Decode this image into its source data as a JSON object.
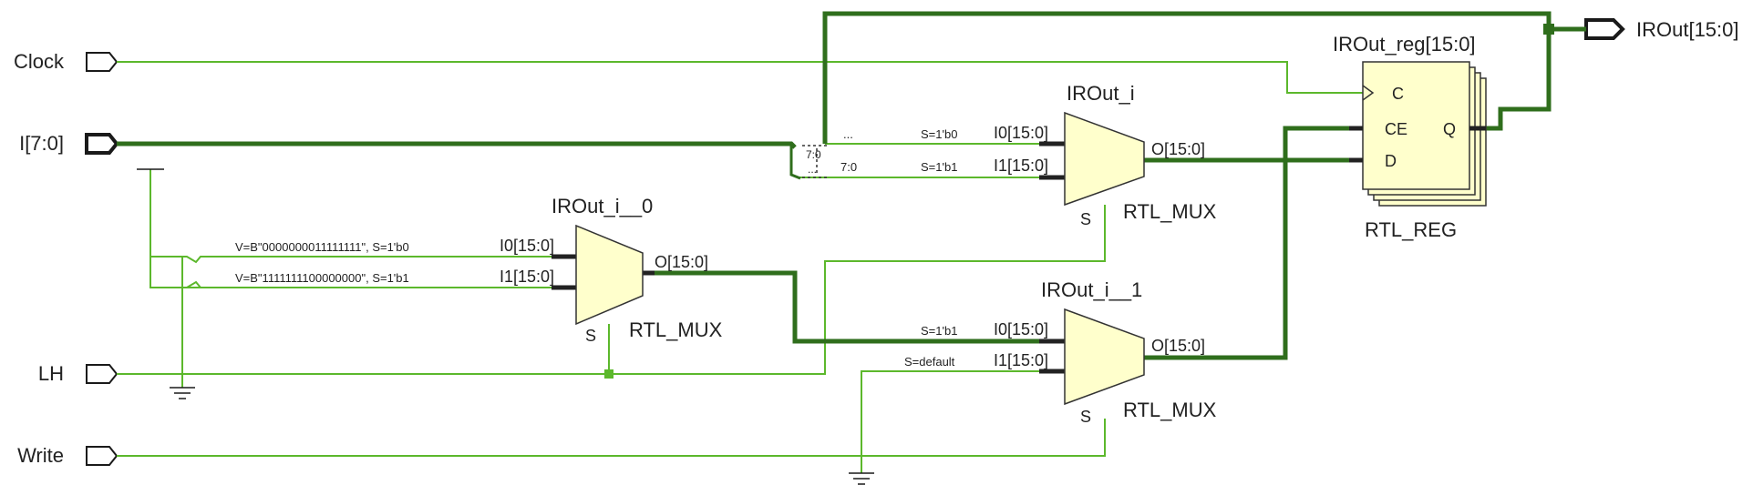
{
  "ports": {
    "clock": "Clock",
    "i_bus": "I[7:0]",
    "lh": "LH",
    "write": "Write",
    "irout": "IROut[15:0]"
  },
  "mux0": {
    "instance": "IROut_i__0",
    "type": "RTL_MUX",
    "i0": "I0[15:0]",
    "i1": "I1[15:0]",
    "o": "O[15:0]",
    "s": "S",
    "v0": "V=B\"0000000011111111\", S=1'b0",
    "v1": "V=B\"1111111100000000\", S=1'b1"
  },
  "mux_i": {
    "instance": "IROut_i",
    "type": "RTL_MUX",
    "i0": "I0[15:0]",
    "i1": "I1[15:0]",
    "o": "O[15:0]",
    "s": "S",
    "s0": "S=1'b0",
    "s1": "S=1'b1",
    "range_a": "...",
    "range_b": "7:0",
    "split_a": "7:0",
    "split_b": "..."
  },
  "mux1": {
    "instance": "IROut_i__1",
    "type": "RTL_MUX",
    "i0": "I0[15:0]",
    "i1": "I1[15:0]",
    "o": "O[15:0]",
    "s": "S",
    "s0": "S=1'b1",
    "s1": "S=default"
  },
  "reg": {
    "instance": "IROut_reg[15:0]",
    "type": "RTL_REG",
    "c": "C",
    "ce": "CE",
    "d": "D",
    "q": "Q"
  }
}
